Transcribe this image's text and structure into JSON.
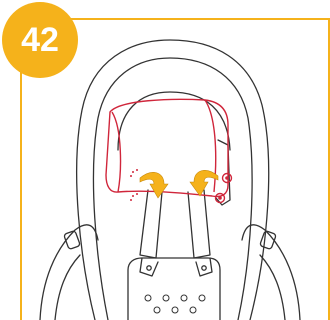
{
  "step": {
    "number": "42",
    "accent_color": "#f5b21b",
    "highlight_color": "#d0263b",
    "arrow_color": "#f5b21b"
  },
  "illustration": {
    "subject": "car-seat-headrest-removal",
    "icons": [
      "seat-shell",
      "headrest-highlighted",
      "shoulder-straps",
      "buckle",
      "curved-arrow-left",
      "curved-arrow-right",
      "release-button"
    ]
  }
}
